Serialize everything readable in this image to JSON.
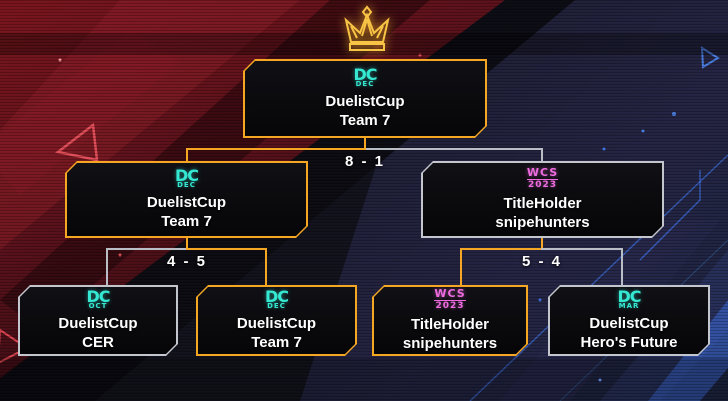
{
  "colors": {
    "winner_border_orange": "#f5a623",
    "loser_border_gray": "#c3c6cd",
    "duelist_cup_logo_teal": "#35e8d2",
    "wcs_logo_pink": "#ee6ce0",
    "left_background_red": "#6b1119",
    "right_background_blue": "#222241"
  },
  "icons": {
    "champion_icon": "crown"
  },
  "bracket": {
    "champion": {
      "logo_main": "DC",
      "logo_sub": "DEC",
      "line1": "DuelistCup",
      "line2": "Team 7",
      "winner": true
    },
    "semifinal_left": {
      "logo_main": "DC",
      "logo_sub": "DEC",
      "line1": "DuelistCup",
      "line2": "Team 7",
      "winner": true
    },
    "semifinal_right": {
      "logo_main": "WCS",
      "logo_sub": "2023",
      "line1": "TitleHolder",
      "line2": "snipehunters",
      "winner": false
    },
    "quarterfinal_1": {
      "logo_main": "DC",
      "logo_sub": "OCT",
      "line1": "DuelistCup",
      "line2": "CER",
      "winner": false
    },
    "quarterfinal_2": {
      "logo_main": "DC",
      "logo_sub": "DEC",
      "line1": "DuelistCup",
      "line2": "Team 7",
      "winner": true
    },
    "quarterfinal_3": {
      "logo_main": "WCS",
      "logo_sub": "2023",
      "line1": "TitleHolder",
      "line2": "snipehunters",
      "winner": true
    },
    "quarterfinal_4": {
      "logo_main": "DC",
      "logo_sub": "MAR",
      "line1": "DuelistCup",
      "line2": "Hero's Future",
      "winner": false
    }
  },
  "scores": {
    "final": "8 - 1",
    "semifinal_left": "4 - 5",
    "semifinal_right": "5 - 4"
  }
}
